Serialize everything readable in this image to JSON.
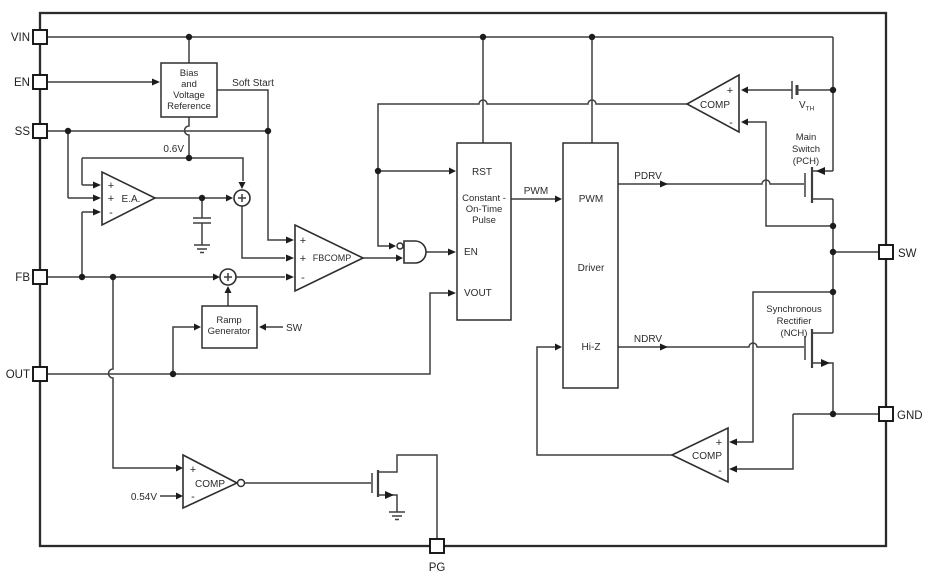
{
  "pins": {
    "vin": "VIN",
    "en": "EN",
    "ss": "SS",
    "fb": "FB",
    "out": "OUT",
    "sw": "SW",
    "gnd": "GND",
    "pg": "PG"
  },
  "blocks": {
    "bias": {
      "line1": "Bias",
      "line2": "and",
      "line3": "Voltage",
      "line4": "Reference"
    },
    "cot": {
      "rst": "RST",
      "title1": "Constant -",
      "title2": "On-Time",
      "title3": "Pulse",
      "en": "EN",
      "vout": "VOUT"
    },
    "pwm_driver": {
      "pwm": "PWM",
      "driver": "Driver",
      "hiz": "Hi-Z"
    },
    "ramp": {
      "line1": "Ramp",
      "line2": "Generator"
    }
  },
  "amplifiers": {
    "error_amp": "E.A.",
    "fb_comparator": "FBCOMP",
    "oc_comparator": "COMP",
    "zc_comparator": "COMP",
    "pg_comparator": "COMP"
  },
  "labels": {
    "soft_start": "Soft Start",
    "vref": "0.6V",
    "pg_threshold": "0.54V",
    "pwm_signal": "PWM",
    "pdrv": "PDRV",
    "ndrv": "NDRV",
    "ramp_sw_input": "SW",
    "vth_main": "V",
    "vth_sub": "TH",
    "main_switch1": "Main",
    "main_switch2": "Switch",
    "main_switch3": "(PCH)",
    "sync_rect1": "Synchronous",
    "sync_rect2": "Rectifier",
    "sync_rect3": "(NCH)"
  },
  "symbols": {
    "plus": "+",
    "minus": "-"
  }
}
